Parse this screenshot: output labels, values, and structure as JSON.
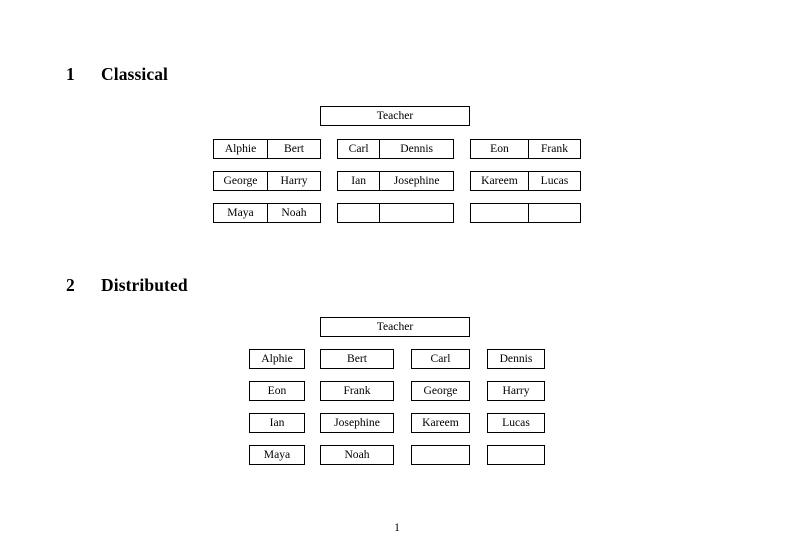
{
  "document": {
    "page_number": "1"
  },
  "sections": [
    {
      "number": "1",
      "title": "Classical",
      "teacher_label": "Teacher",
      "groups": [
        {
          "rows": [
            [
              "Alphie",
              "Bert"
            ],
            [
              "George",
              "Harry"
            ],
            [
              "Maya",
              "Noah"
            ]
          ]
        },
        {
          "rows": [
            [
              "Carl",
              "Dennis"
            ],
            [
              "Ian",
              "Josephine"
            ],
            [
              "",
              ""
            ]
          ]
        },
        {
          "rows": [
            [
              "Eon",
              "Frank"
            ],
            [
              "Kareem",
              "Lucas"
            ],
            [
              "",
              ""
            ]
          ]
        }
      ]
    },
    {
      "number": "2",
      "title": "Distributed",
      "teacher_label": "Teacher",
      "rows": [
        [
          "Alphie",
          "Bert",
          "Carl",
          "Dennis"
        ],
        [
          "Eon",
          "Frank",
          "George",
          "Harry"
        ],
        [
          "Ian",
          "Josephine",
          "Kareem",
          "Lucas"
        ],
        [
          "Maya",
          "Noah",
          "",
          ""
        ]
      ]
    }
  ]
}
